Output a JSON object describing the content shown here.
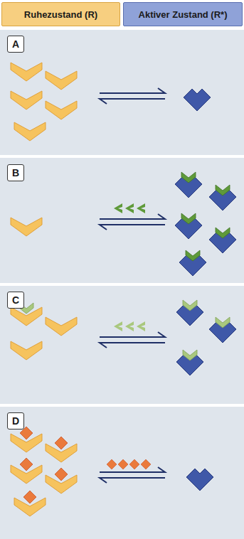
{
  "diagram": {
    "nodes": [
      {
        "text": [
          "Ruhezustand (R)"
        ]
      },
      {
        "text": [
          "Aktiver Zustand (R*)"
        ]
      },
      {
        "text": [
          "A"
        ]
      },
      {
        "text": [
          "B"
        ]
      },
      {
        "text": [
          "C"
        ]
      },
      {
        "text": [
          "D"
        ]
      }
    ]
  }
}
